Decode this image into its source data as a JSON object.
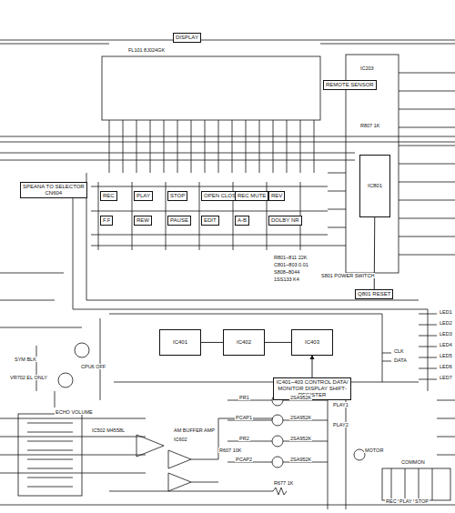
{
  "diagram": {
    "nodes": [
      {
        "text": [
          "DISPLAY"
        ]
      },
      {
        "text": [
          "REMOTE SENSOR"
        ]
      },
      {
        "text": [
          "SPEANA TO SELECTOR",
          "CN604"
        ]
      },
      {
        "text": [
          "REC"
        ]
      },
      {
        "text": [
          "PLAY"
        ]
      },
      {
        "text": [
          "STOP"
        ]
      },
      {
        "text": [
          "OPEN CLOSE"
        ]
      },
      {
        "text": [
          "REC MUTE"
        ]
      },
      {
        "text": [
          "REV"
        ]
      },
      {
        "text": [
          "F.F"
        ]
      },
      {
        "text": [
          "REW"
        ]
      },
      {
        "text": [
          "PAUSE"
        ]
      },
      {
        "text": [
          "EDIT"
        ]
      },
      {
        "text": [
          "A-B"
        ]
      },
      {
        "text": [
          "DOLBY NR"
        ]
      },
      {
        "text": [
          "IC401"
        ]
      },
      {
        "text": [
          "IC402"
        ]
      },
      {
        "text": [
          "IC403"
        ]
      },
      {
        "text": [
          "IC401~403 CONTROL DATA/ MONITOR DISPLAY SHIFT-REGISTER"
        ]
      },
      {
        "text": [
          "Q801 RESET"
        ]
      },
      {
        "text": [
          "IC801"
        ]
      }
    ],
    "edges": [
      {
        "from": 15,
        "to": 16,
        "arrow": "none"
      },
      {
        "from": 16,
        "to": 17,
        "arrow": "none"
      },
      {
        "from": 19,
        "to": 20,
        "arrow": "none"
      },
      {
        "from": 18,
        "to": 17,
        "arrow": "to"
      }
    ],
    "labels": [
      "FL101 8J024GK",
      "IC203",
      "R807 1K",
      "S801 POWER SWITCH",
      "R801~811 22K",
      "C801~803 0.01",
      "S808~8044",
      "1SS133 K4",
      "CLK",
      "DATA",
      "LED1",
      "LED2",
      "LED3",
      "LED4",
      "LED5",
      "LED6",
      "LED7",
      "ECHO VOLUME",
      "CPU6 OFF",
      "VR702 EL ONLY",
      "SYM BLK",
      "2SA952K",
      "2SA952K",
      "2SA952K",
      "2SA952K",
      "PR1",
      "PCAP1",
      "PR2",
      "PCAP2",
      "PLAY1",
      "PLAY2",
      "MOTOR",
      "AM BUFFER AMP",
      "IC602",
      "IC502 M4558L",
      "COMMON",
      "R607 10K",
      "REC",
      "PLAY",
      "STOP",
      "R677 1K"
    ]
  }
}
